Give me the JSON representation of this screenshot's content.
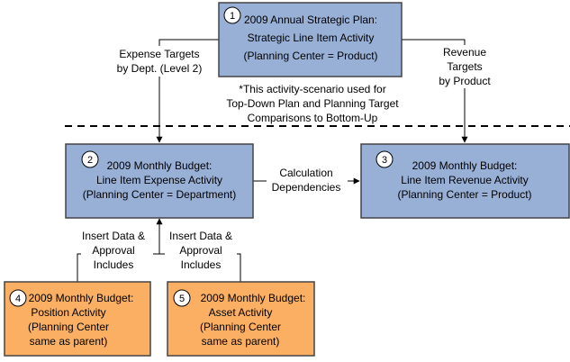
{
  "boxes": {
    "box1": {
      "number": "1",
      "lines": [
        "2009 Annual Strategic Plan:",
        "Strategic Line Item Activity",
        "(Planning Center = Product)"
      ]
    },
    "box2": {
      "number": "2",
      "lines": [
        "2009 Monthly Budget:",
        "Line Item Expense Activity",
        "(Planning Center = Department)"
      ]
    },
    "box3": {
      "number": "3",
      "lines": [
        "2009 Monthly Budget:",
        "Line Item Revenue Activity",
        "(Planning Center = Product)"
      ]
    },
    "box4": {
      "number": "4",
      "lines": [
        "2009 Monthly Budget:",
        "Position  Activity",
        "(Planning Center",
        "same as parent)"
      ]
    },
    "box5": {
      "number": "5",
      "lines": [
        "2009 Monthly Budget:",
        "Asset Activity",
        "(Planning Center",
        "same as parent)"
      ]
    }
  },
  "labels": {
    "expense_targets": [
      "Expense Targets",
      "by Dept. (Level 2)"
    ],
    "revenue_targets": [
      "Revenue",
      "Targets",
      "by Product"
    ],
    "note": [
      "*This activity-scenario used for",
      "Top-Down Plan and Planning Target",
      "Comparisons to Bottom-Up"
    ],
    "calculation": [
      "Calculation",
      "Dependencies"
    ],
    "insert_left": [
      "Insert Data &",
      "Approval",
      "Includes"
    ],
    "insert_right": [
      "Insert Data &",
      "Approval",
      "Includes"
    ]
  },
  "colors": {
    "blue_box": "#98AFD6",
    "orange_box": "#FBAF62",
    "border": "#444444",
    "line": "#000000"
  }
}
